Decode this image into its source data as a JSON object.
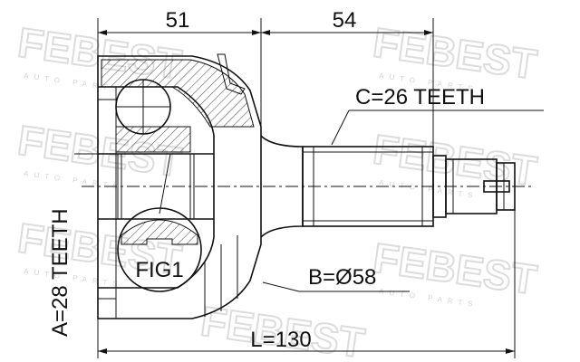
{
  "dimensions": {
    "housing_length": "51",
    "shaft_length": "54",
    "outer_teeth": "C=26 TEETH",
    "inner_teeth": "A=28 TEETH",
    "diameter": "B=Ø58",
    "total_length": "L=130"
  },
  "detail_label": "FIG1",
  "watermark": {
    "brand": "FEBEST",
    "tagline": "AUTO PARTS"
  }
}
